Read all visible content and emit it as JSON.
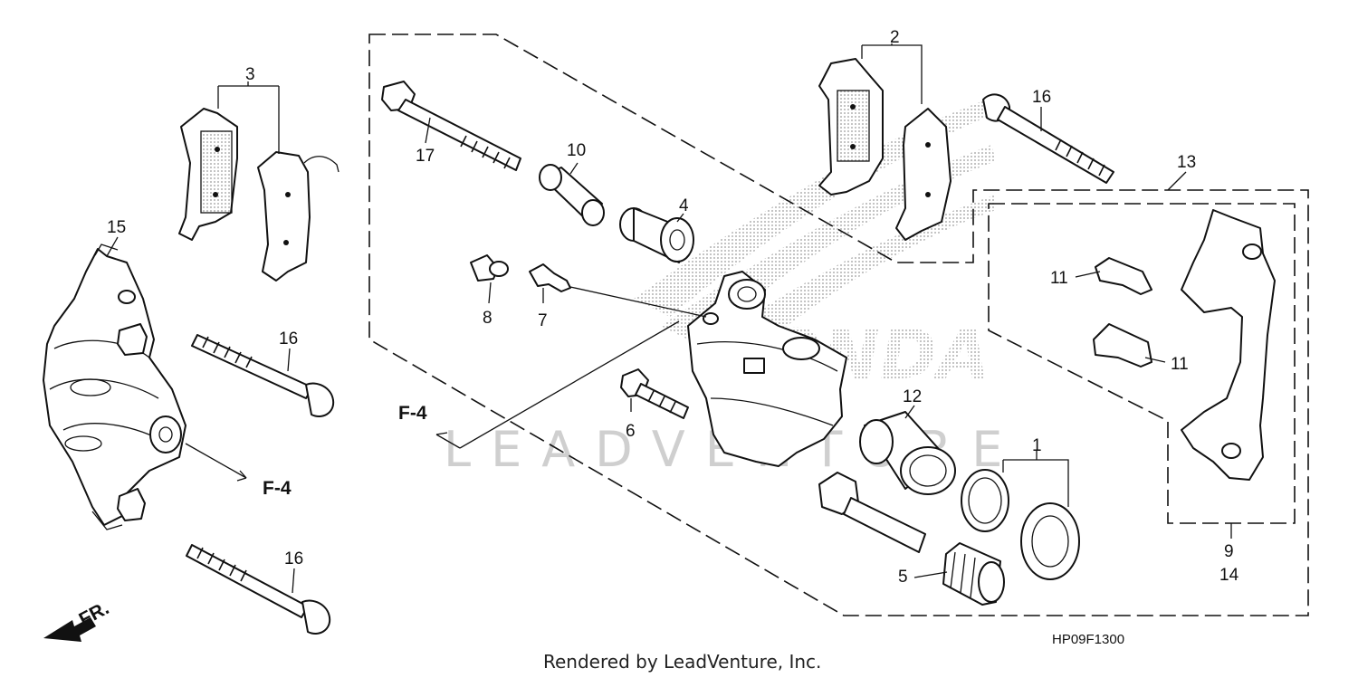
{
  "callouts": {
    "c1": "1",
    "c2": "2",
    "c3": "3",
    "c4": "4",
    "c5": "5",
    "c6": "6",
    "c7": "7",
    "c8": "8",
    "c9": "9",
    "c10": "10",
    "c11a": "11",
    "c11b": "11",
    "c12": "12",
    "c13": "13",
    "c14": "14",
    "c15": "15",
    "c16a": "16",
    "c16b": "16",
    "c16c": "16",
    "c17": "17"
  },
  "refs": {
    "f4_left": "F-4",
    "f4_bottom": "F-4",
    "front": "FR."
  },
  "diagram_code": "HP09F1300",
  "footer": "Rendered by LeadVenture, Inc.",
  "watermark": {
    "text": "LEADVENTURE",
    "logo_text": "HONDA",
    "color": "#cfcfcf"
  }
}
